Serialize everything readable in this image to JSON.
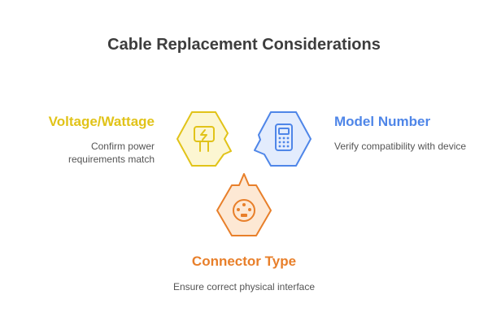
{
  "title": "Cable Replacement Considerations",
  "items": {
    "voltage": {
      "heading": "Voltage/Wattage",
      "description": "Confirm power requirements match",
      "icon": "power-plug-icon",
      "color": "#e1c319",
      "fill": "#fcf6d2"
    },
    "model": {
      "heading": "Model Number",
      "description": "Verify compatibility with device",
      "icon": "device-keypad-icon",
      "color": "#4f86e8",
      "fill": "#e3ecfd"
    },
    "connector": {
      "heading": "Connector Type",
      "description": "Ensure correct physical interface",
      "icon": "round-connector-icon",
      "color": "#e87f2a",
      "fill": "#fde8d4"
    }
  }
}
